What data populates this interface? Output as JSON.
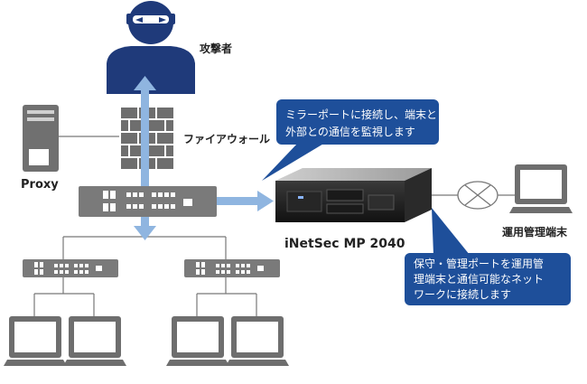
{
  "labels": {
    "attacker": "攻撃者",
    "firewall": "ファイアウォール",
    "proxy": "Proxy",
    "device": "iNetSec MP 2040",
    "admin_terminal": "運用管理端末"
  },
  "callouts": {
    "top": {
      "line1": "ミラーポートに接続し、端末と",
      "line2": "外部との通信を監視します"
    },
    "bottom": {
      "line1": "保守・管理ポートを運用管",
      "line2": "理端末と通信可能なネット",
      "line3": "ワークに接続します"
    }
  },
  "colors": {
    "navy": "#1f3a7a",
    "callout": "#1e4f9a",
    "arrow": "#8fb5e0",
    "gray": "#6b6b6b",
    "line": "#777777"
  },
  "icons": [
    "attacker-icon",
    "firewall-brick-icon",
    "proxy-server-icon",
    "core-switch-icon",
    "edge-switch-icon",
    "monitor-icon",
    "inetsec-appliance-icon",
    "wan-cross-icon"
  ]
}
